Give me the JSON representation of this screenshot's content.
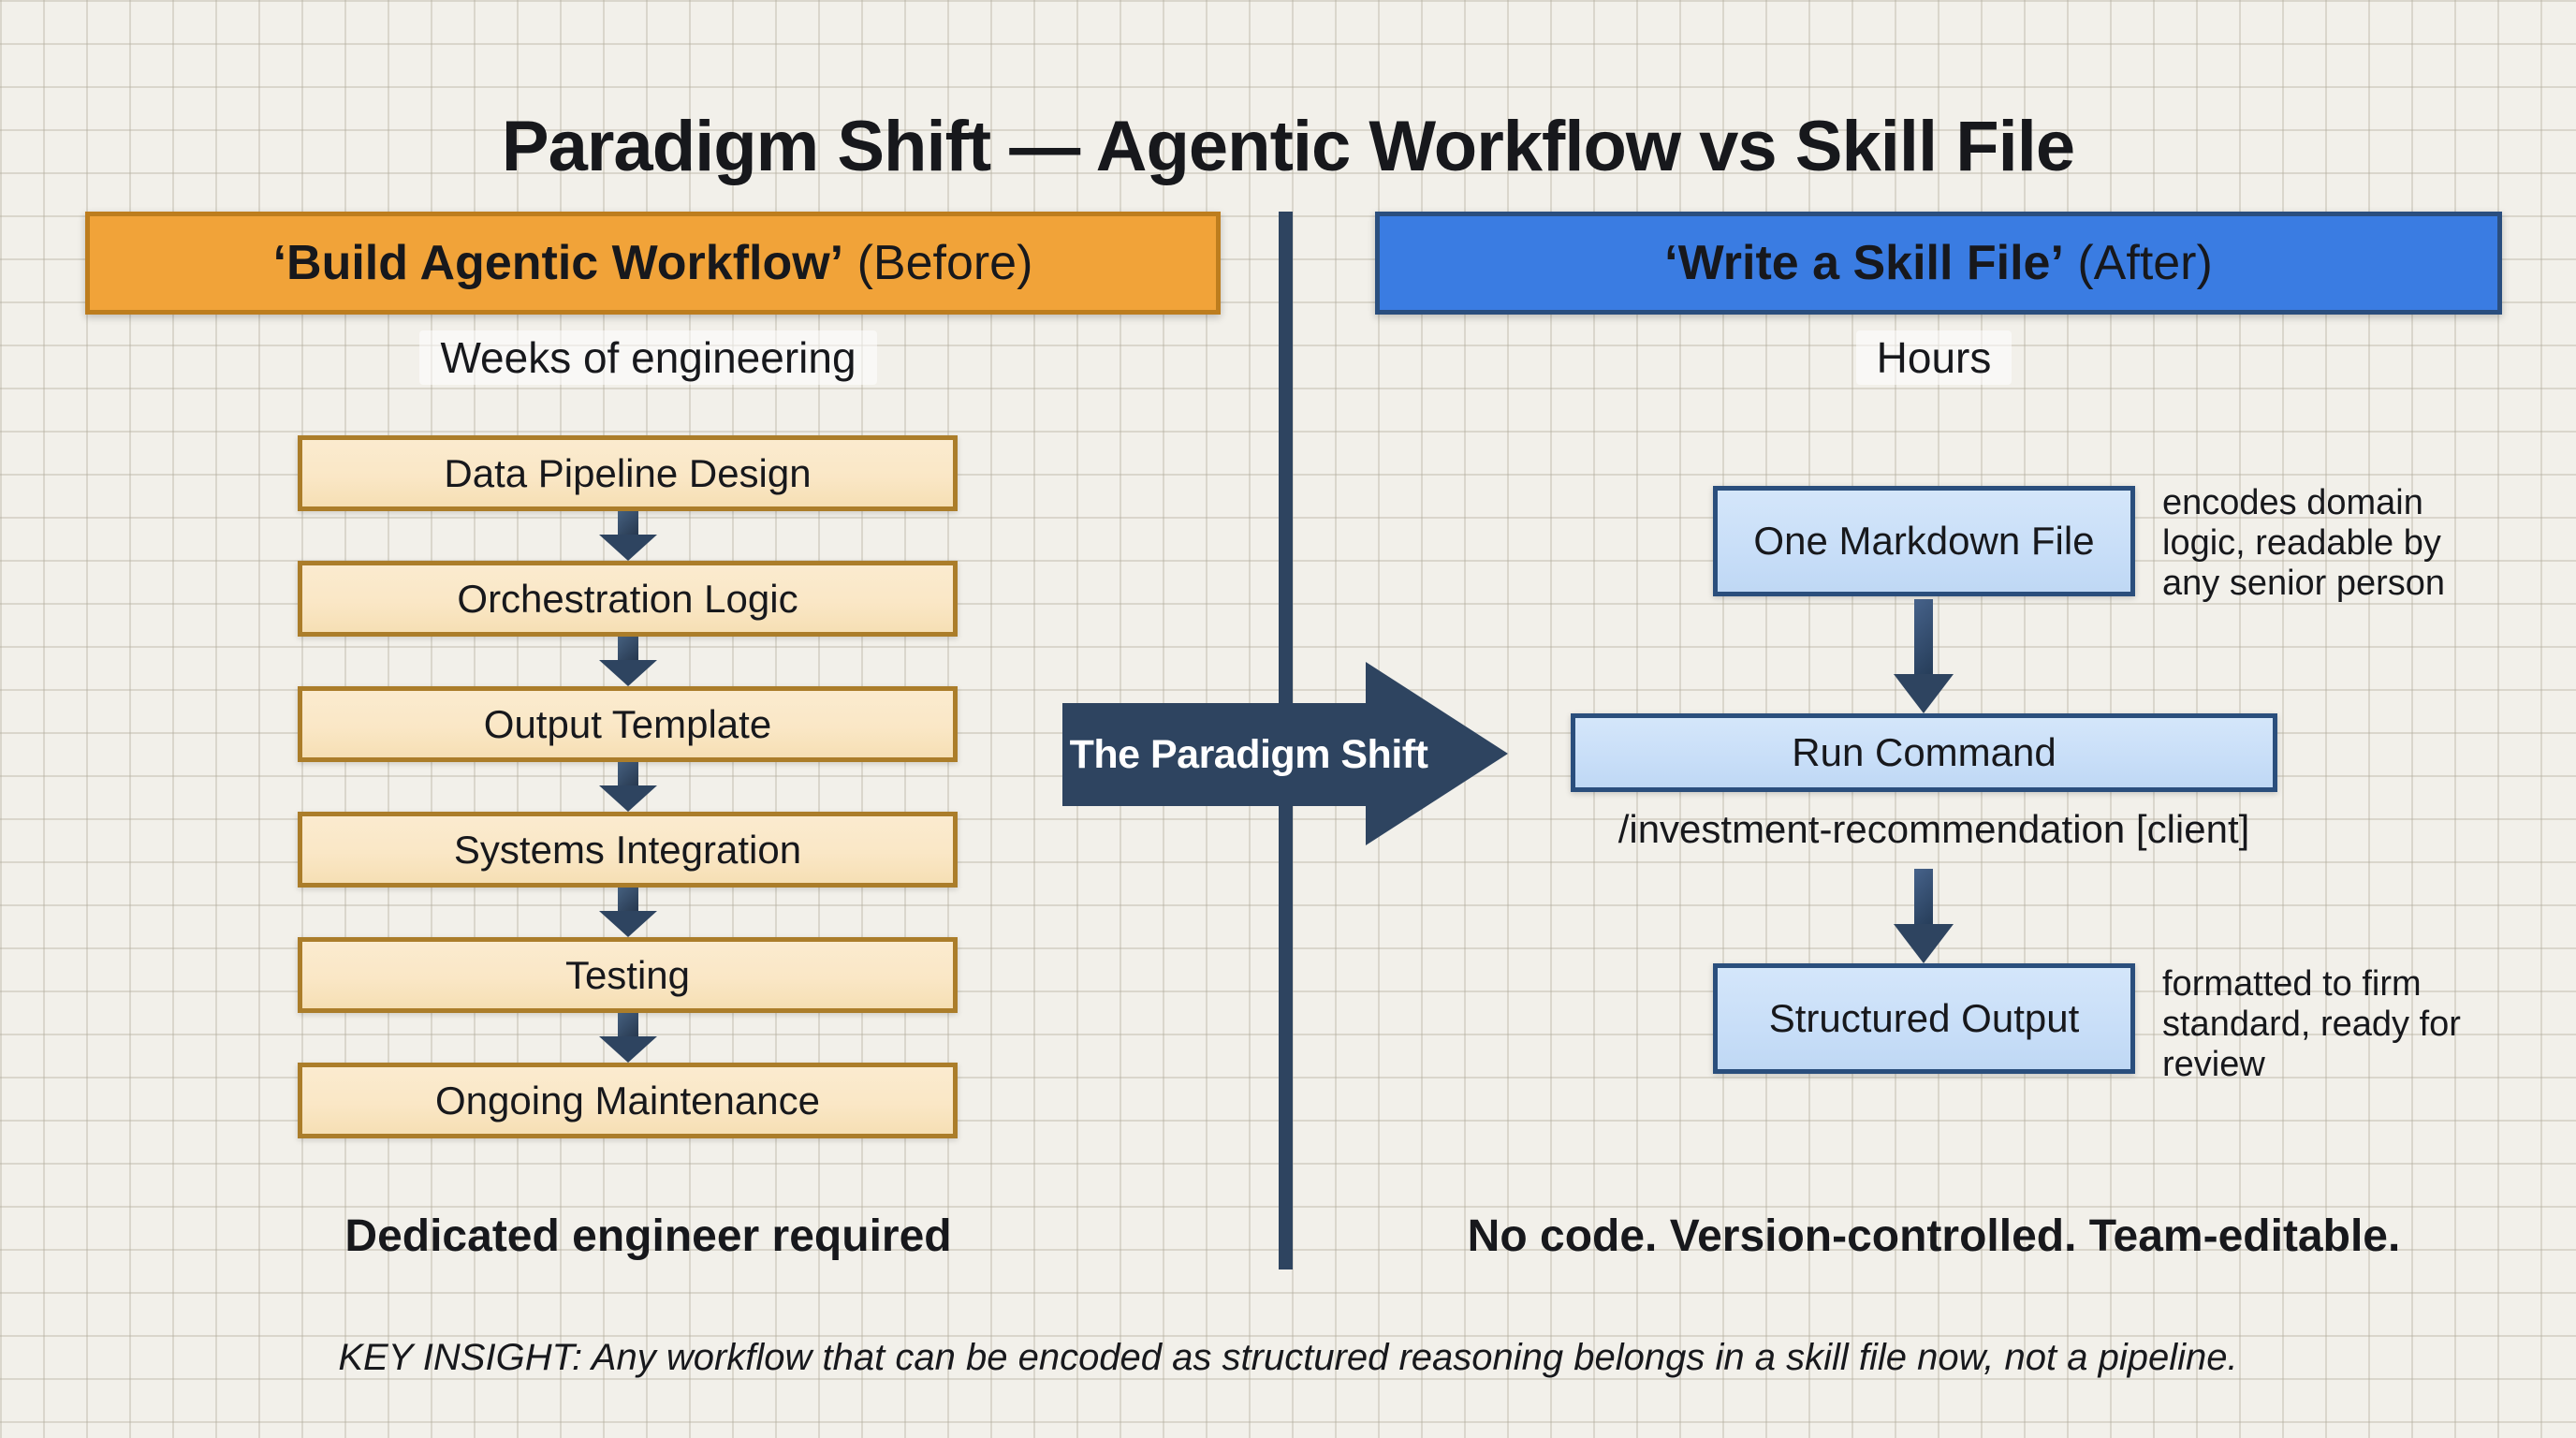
{
  "title": "Paradigm Shift — Agentic Workflow vs Skill File",
  "colors": {
    "bg": "#F2F0EA",
    "ink": "#17181C",
    "navy": "#2E4460",
    "orange_fill": "#F1A339",
    "orange_border": "#BD7D1E",
    "cream_fill": "#FAE7C6",
    "cream_border": "#AB7D2A",
    "blue_fill": "#3A7CE2",
    "blue_border": "#2A4E7E",
    "lightblue_fill": "#C8DEF8",
    "lightblue_border": "#2A4E7C"
  },
  "left": {
    "header_bold": "‘Build Agentic Workflow’",
    "header_rest": " (Before)",
    "subtitle": "Weeks of engineering",
    "steps": [
      "Data Pipeline Design",
      "Orchestration Logic",
      "Output Template",
      "Systems Integration",
      "Testing",
      "Ongoing Maintenance"
    ],
    "footer": "Dedicated engineer required"
  },
  "center": {
    "arrow_label": "The Paradigm Shift"
  },
  "right": {
    "header_bold": "‘Write a Skill File’",
    "header_rest": " (After)",
    "subtitle": "Hours",
    "nodes": [
      {
        "label": "One Markdown File",
        "note": "encodes domain logic, readable by any senior person"
      },
      {
        "label": "Run Command",
        "note": ""
      },
      {
        "label": "Structured Output",
        "note": "formatted to firm standard, ready for review"
      }
    ],
    "command_text": "/investment-recommendation [client]",
    "footer": "No code. Version-controlled. Team-editable."
  },
  "key_insight": "KEY INSIGHT: Any workflow that can be encoded as structured reasoning belongs in a skill file now, not a pipeline."
}
